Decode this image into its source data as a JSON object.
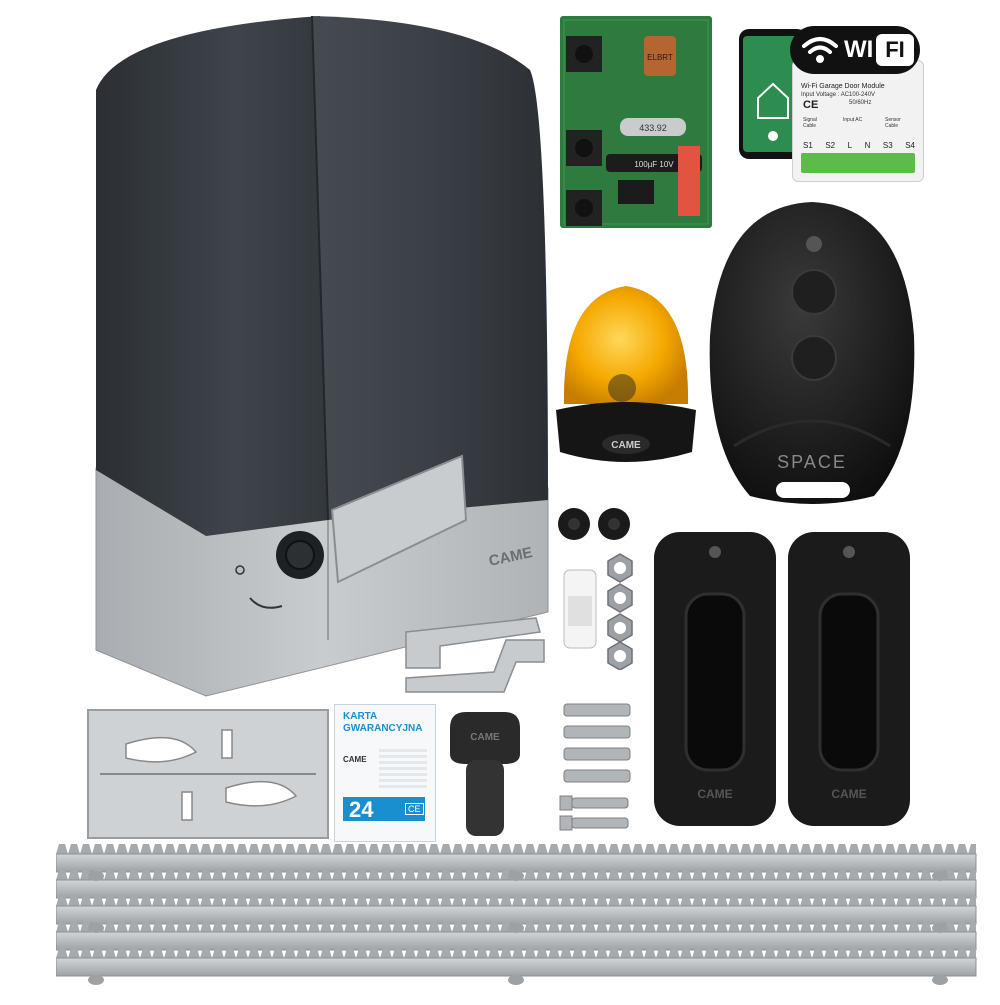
{
  "brand": {
    "name": "CAME",
    "accent": "#1a8fd0"
  },
  "wifi_badge": {
    "wi": "WI",
    "fi": "FI"
  },
  "wifi_module": {
    "title": "Wi-Fi Garage Door Module",
    "voltage": "Input Voltage : AC100-240V",
    "frequency": "50/60Hz",
    "ce": "CE",
    "terminals": [
      "S1",
      "S2",
      "L",
      "N",
      "S3",
      "S4"
    ],
    "sub_labels": [
      "Signal Cable",
      "Input AC",
      "Sensor Cable"
    ]
  },
  "remote": {
    "label": "SPACE"
  },
  "receiver_board": {
    "chip_label": "ELBRT",
    "crystal": "433.92",
    "capacitor": "100µF 10V"
  },
  "warranty_card": {
    "line1": "KARTA",
    "line2": "GWARANCYJNA",
    "brand": "CAME",
    "number": "24",
    "mark": "CE"
  },
  "colors": {
    "motor_cover": "#3a3f45",
    "motor_base": "#b9bcbf",
    "lamp": "#f5a800",
    "rack": "#b8bbbe"
  }
}
